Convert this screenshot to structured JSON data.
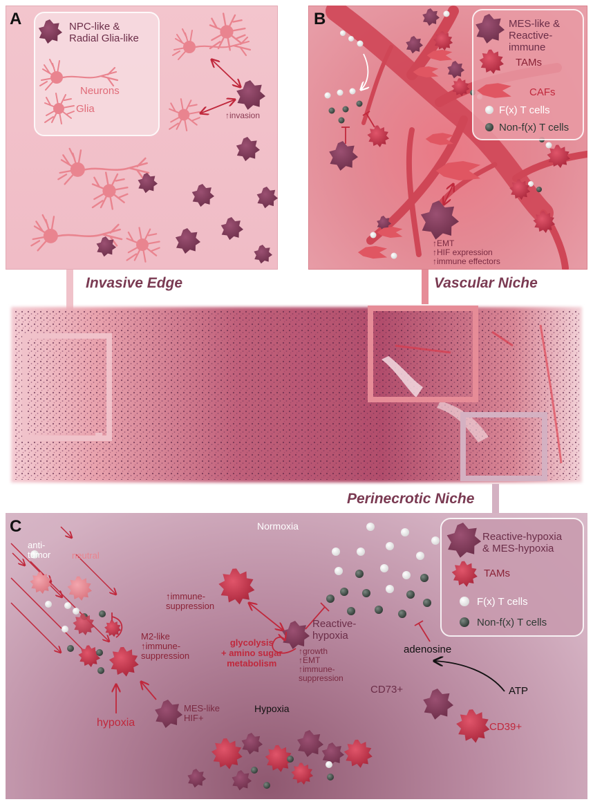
{
  "panel_a": {
    "letter": "A",
    "legend_npc_line1": "NPC-like &",
    "legend_npc_line2": "Radial Glia-like",
    "legend_neurons": "Neurons",
    "legend_glia": "Glia",
    "invasion": "↑invasion",
    "niche_label": "Invasive Edge"
  },
  "panel_b": {
    "letter": "B",
    "legend_mes_line1": "MES-like &",
    "legend_mes_line2": "Reactive-",
    "legend_mes_line3": "immune",
    "legend_tams": "TAMs",
    "legend_cafs": "CAFs",
    "legend_fx": "F(x) T cells",
    "legend_nonfx": "Non-f(x) T cells",
    "effect_emt": "↑EMT",
    "effect_hif": "↑HIF expression",
    "effect_immune": "↑immune effectors",
    "niche_label": "Vascular Niche"
  },
  "tissue": {
    "niche_label": "Perinecrotic Niche"
  },
  "panel_c": {
    "letter": "C",
    "normoxia": "Normoxia",
    "hypoxia_center": "Hypoxia",
    "anti_tumor_line1": "anti-",
    "anti_tumor_line2": "tumor",
    "neutral": "neutral",
    "m2_line1": "M2-like",
    "m2_line2": "↑immune-",
    "m2_line3": "suppression",
    "hypoxia_red": "hypoxia",
    "mes_line1": "MES-like",
    "mes_line2": "HIF+",
    "immune_supp_line1": "↑immune-",
    "immune_supp_line2": "suppression",
    "reactive_line1": "Reactive-",
    "reactive_line2": "hypoxia",
    "glycolysis_line1": "glycolysis",
    "glycolysis_line2": "+ amino sugar",
    "glycolysis_line3": "metabolism",
    "growth": "↑growth",
    "emt": "↑EMT",
    "immune2_line1": "↑immune-",
    "immune2_line2": "suppression",
    "adenosine": "adenosine",
    "atp": "ATP",
    "cd73": "CD73+",
    "cd39": "CD39+",
    "legend_reactive_line1": "Reactive-hypoxia",
    "legend_reactive_line2": "& MES-hypoxia",
    "legend_tams": "TAMs",
    "legend_fx": "F(x) T cells",
    "legend_nonfx": "Non-f(x) T cells"
  },
  "colors": {
    "tumor_cell": "#7c3a55",
    "tam": "#c0344a",
    "neuron": "#e9848f",
    "caf": "#e05662",
    "red_text": "#c0283c",
    "fx_cell": "#ffffff",
    "nonfx_cell": "#4c5852"
  }
}
